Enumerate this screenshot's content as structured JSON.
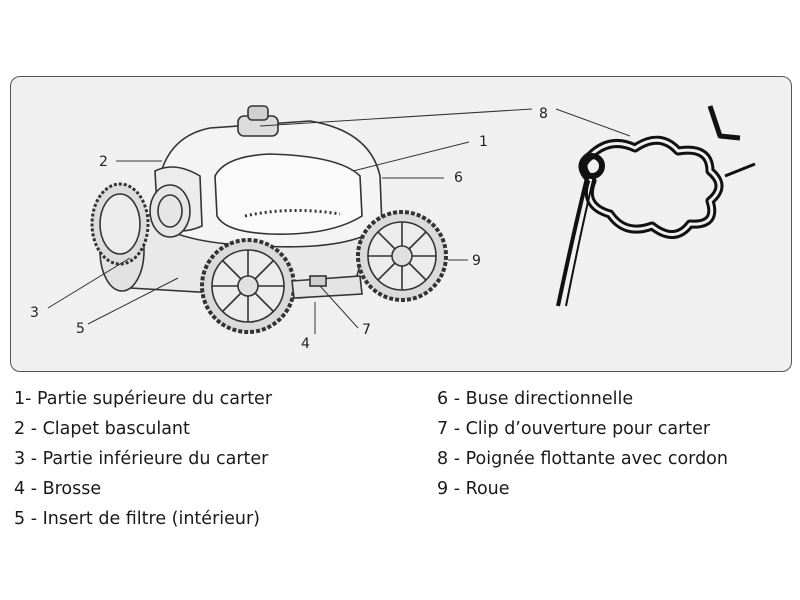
{
  "callouts": [
    "1",
    "2",
    "3",
    "4",
    "5",
    "6",
    "7",
    "8",
    "9"
  ],
  "legend": {
    "left": [
      "1- Partie supérieure du carter",
      "2 - Clapet basculant",
      "3 - Partie inférieure du carter",
      "4 - Brosse",
      "5 - Insert de filtre (intérieur)"
    ],
    "right": [
      "6 - Buse directionnelle",
      "7 - Clip d’ouverture pour carter",
      "8 - Poignée flottante avec cordon",
      "9 - Roue"
    ]
  },
  "colors": {
    "panel_bg": "#f0f0f0",
    "line": "#333333",
    "handle": "#111111"
  }
}
